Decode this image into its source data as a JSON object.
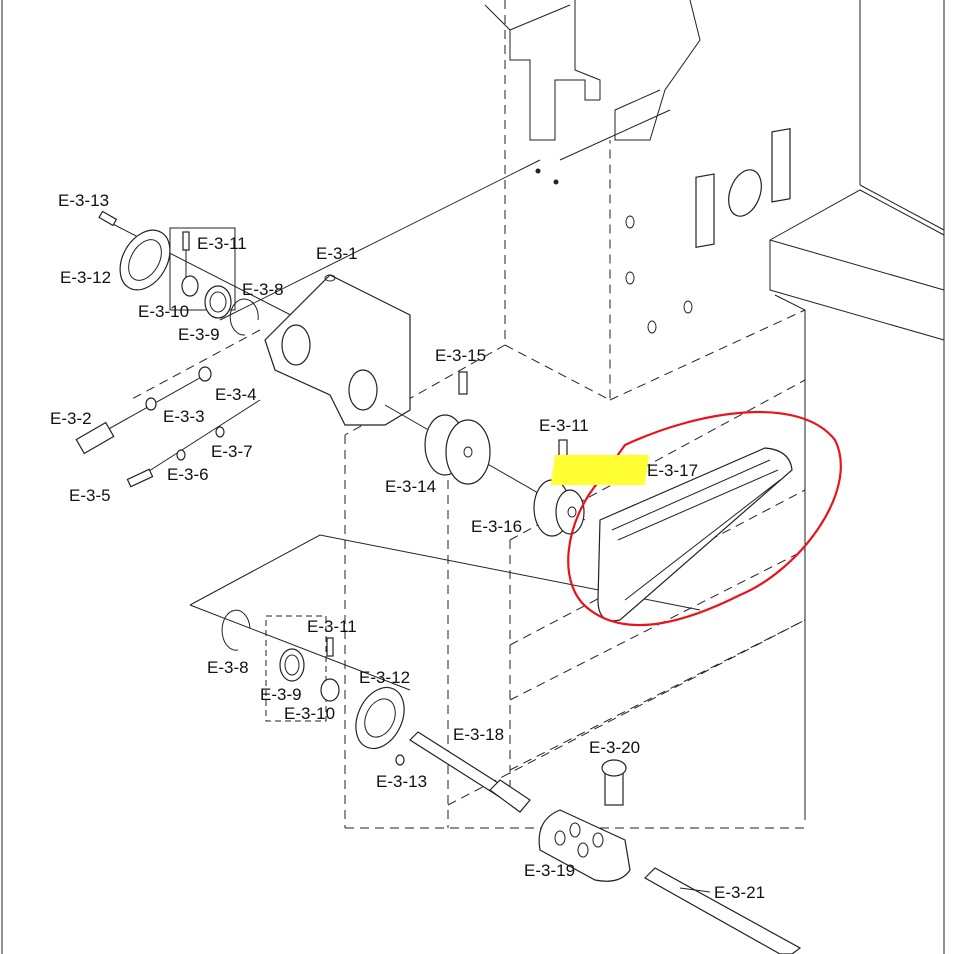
{
  "diagram": {
    "labels": {
      "e313_top": "E-3-13",
      "e311_top": "E-3-11",
      "e312_top": "E-3-12",
      "e31": "E-3-1",
      "e38_top": "E-3-8",
      "e310_top": "E-3-10",
      "e39_top": "E-3-9",
      "e315": "E-3-15",
      "e34": "E-3-4",
      "e32": "E-3-2",
      "e33": "E-3-3",
      "e37": "E-3-7",
      "e36": "E-3-6",
      "e311_mid": "E-3-11",
      "e317": "E-3-17",
      "e314": "E-3-14",
      "e35": "E-3-5",
      "e316": "E-3-16",
      "e311_bot": "E-3-11",
      "e38_bot": "E-3-8",
      "e312_bot": "E-3-12",
      "e39_bot": "E-3-9",
      "e310_bot": "E-3-10",
      "e318": "E-3-18",
      "e320": "E-3-20",
      "e313_bot": "E-3-13",
      "e319": "E-3-19",
      "e321": "E-3-21"
    },
    "colors": {
      "highlight": "#ffff33",
      "annotation_circle": "#e8141c",
      "line": "#222222"
    }
  }
}
